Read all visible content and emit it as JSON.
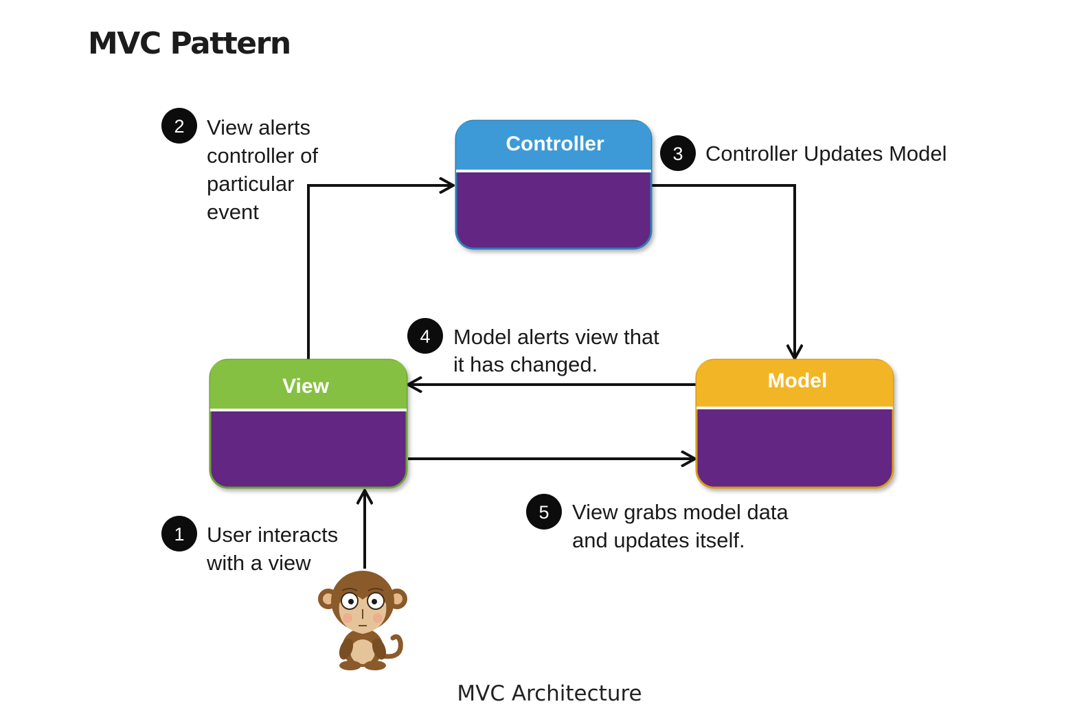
{
  "page": {
    "heading": "MVC Pattern",
    "caption": "MVC Architecture"
  },
  "boxes": {
    "controller": {
      "title": "Controller",
      "header_color": "#3d9ad6",
      "body_color": "#642583",
      "border_color": "#2c7fb6"
    },
    "view": {
      "title": "View",
      "header_color": "#86c043",
      "body_color": "#642583",
      "border_color": "#6aa335"
    },
    "model": {
      "title": "Model",
      "header_color": "#f2b526",
      "body_color": "#642583",
      "border_color": "#d99b18"
    }
  },
  "steps": [
    {
      "number": "1",
      "lines": [
        "User interacts",
        "with a view"
      ]
    },
    {
      "number": "2",
      "lines": [
        "View alerts",
        "controller of",
        "particular",
        "event"
      ]
    },
    {
      "number": "3",
      "lines": [
        "Controller Updates Model"
      ]
    },
    {
      "number": "4",
      "lines": [
        "Model alerts view that",
        "it has changed."
      ]
    },
    {
      "number": "5",
      "lines": [
        "View grabs model data",
        "and updates itself."
      ]
    }
  ],
  "user_icon": "monkey-icon"
}
